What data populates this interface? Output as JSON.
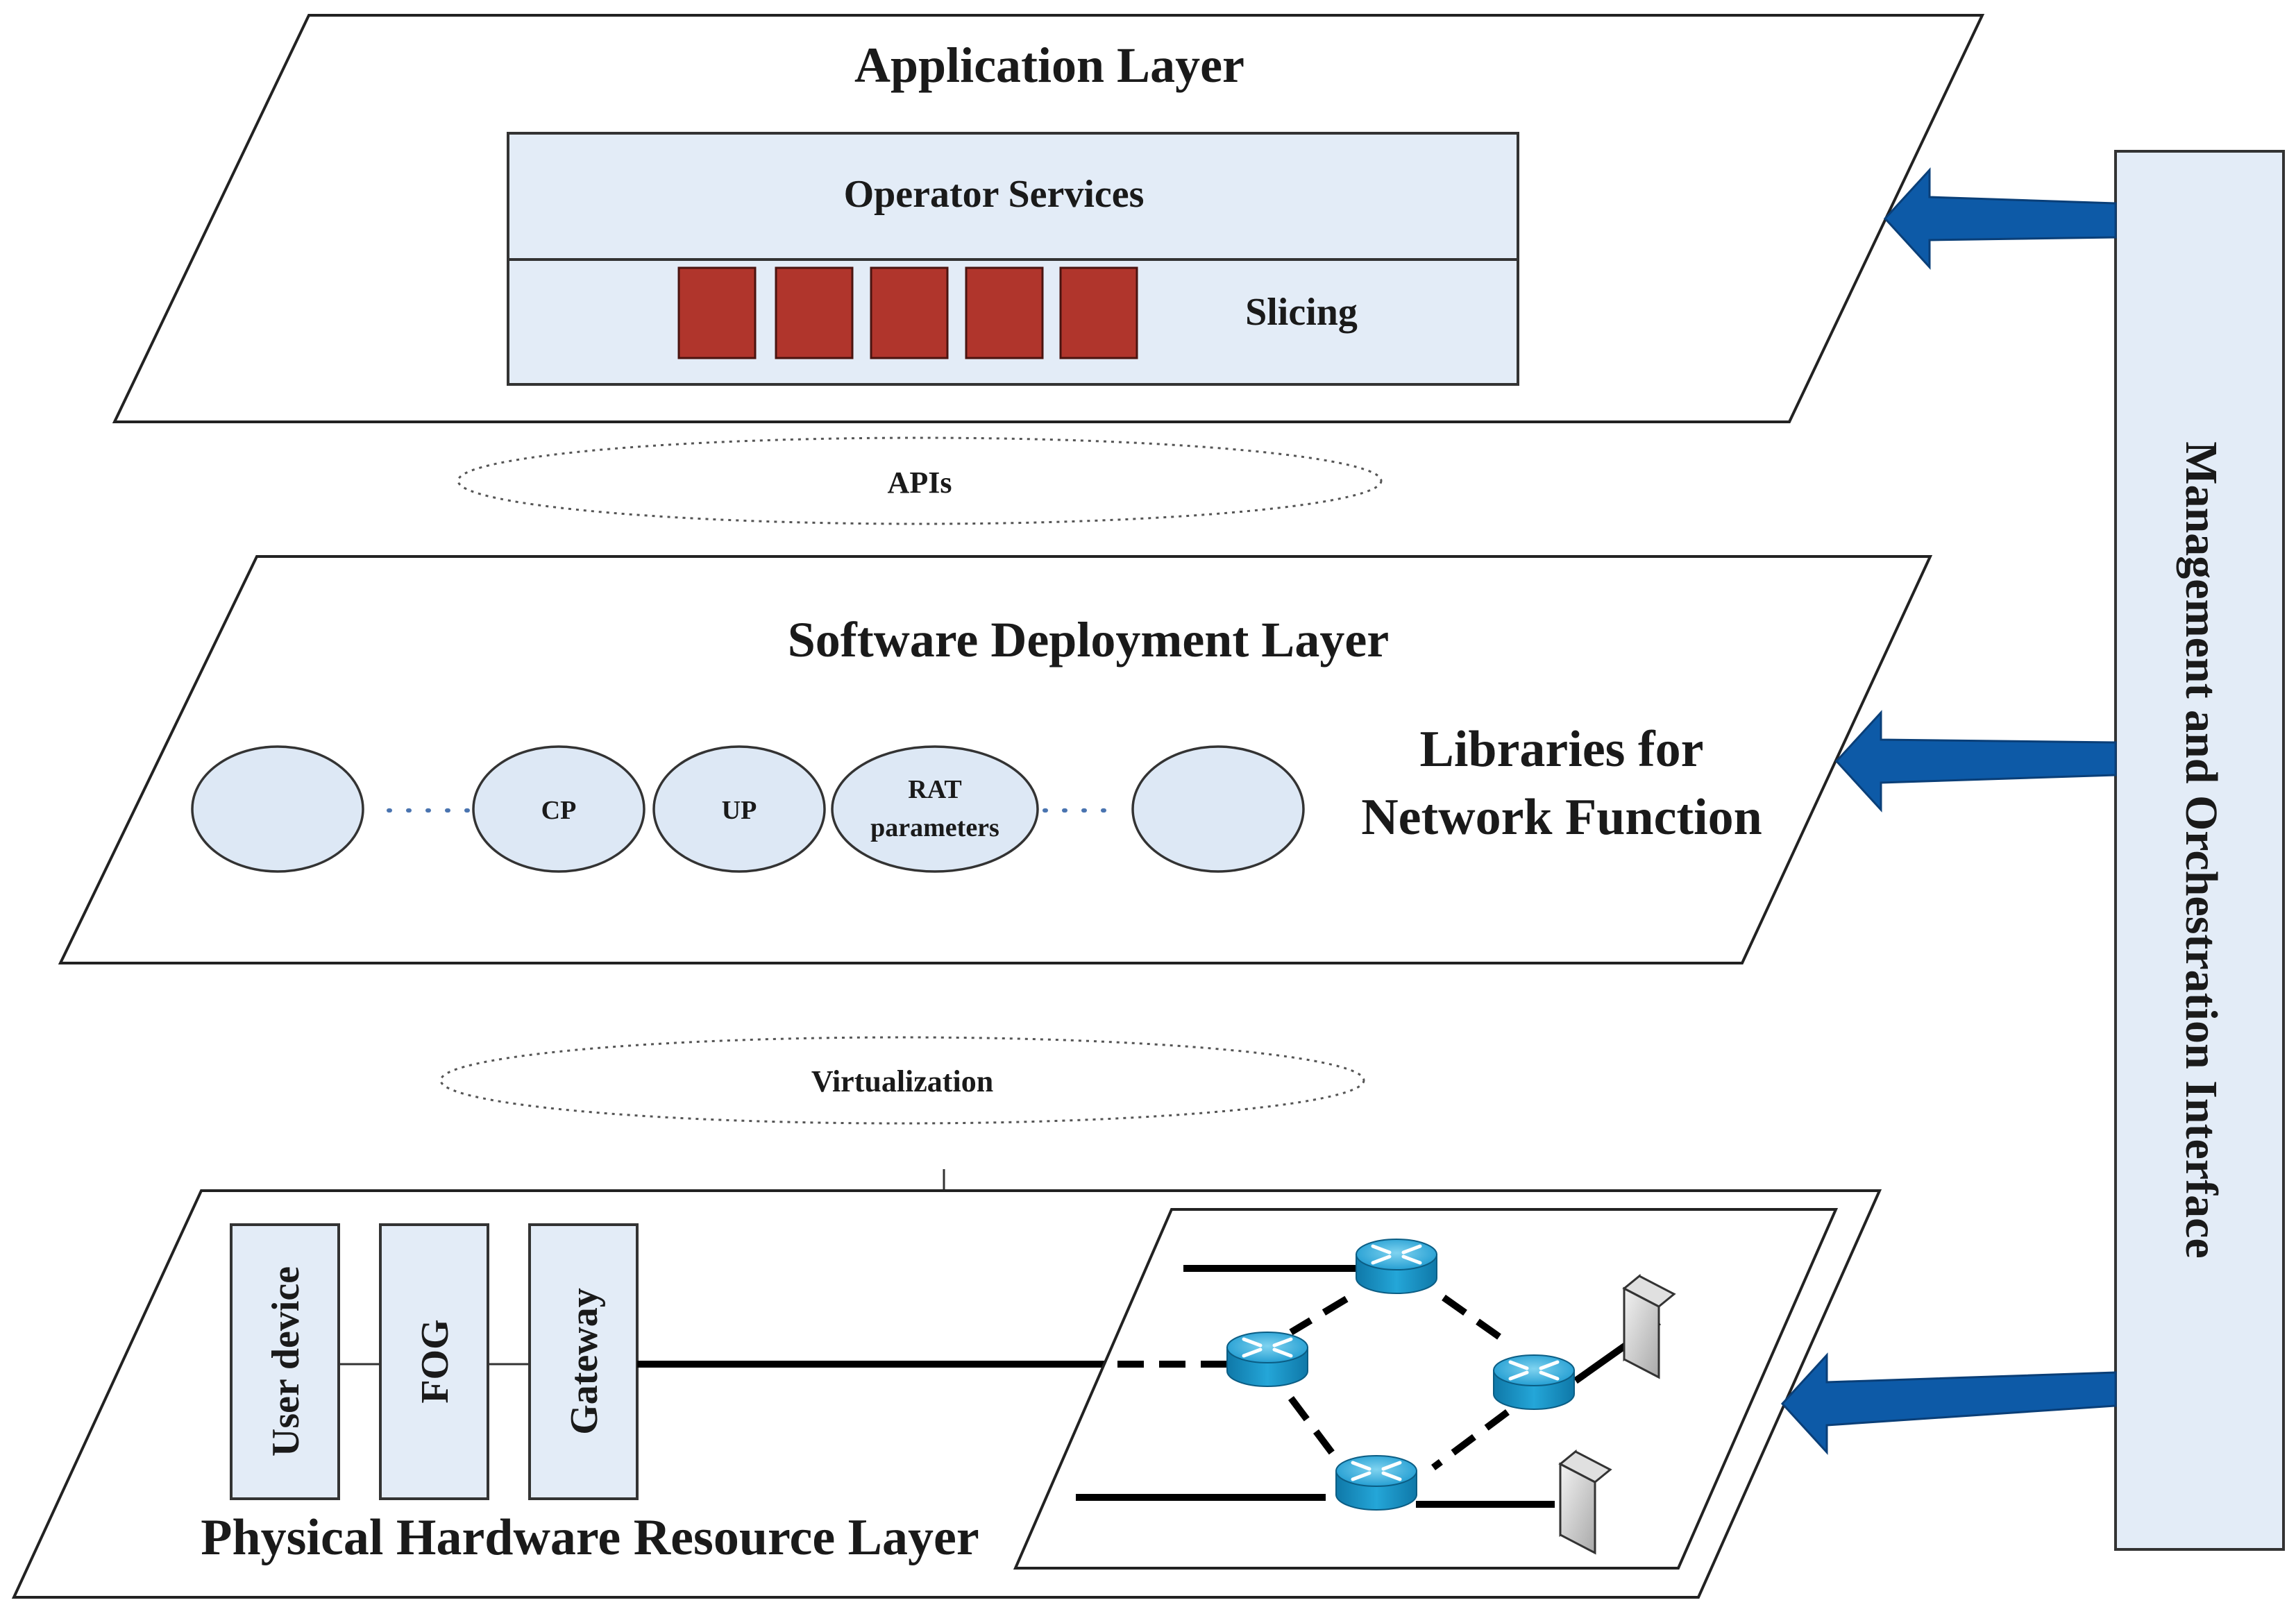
{
  "application_layer": {
    "title": "Application Layer",
    "operator_services": "Operator Services",
    "slicing": "Slicing",
    "slice_color": "#b0352c"
  },
  "apis": {
    "label": "APIs"
  },
  "software_layer": {
    "title": "Software Deployment Layer",
    "libraries_line1": "Libraries for",
    "libraries_line2": "Network Function",
    "functions": [
      "",
      "CP",
      "UP",
      "RAT",
      "parameters",
      ""
    ]
  },
  "virtualization": {
    "label": "Virtualization"
  },
  "physical_layer": {
    "title": "Physical Hardware Resource Layer",
    "devices": [
      "User device",
      "FOG",
      "Gateway"
    ],
    "router_icon": "router-icon",
    "server_icon": "server-icon"
  },
  "management": {
    "title": "Management and Orchestration Interface",
    "arrow_color": "#0d5aa7",
    "panel_color": "#e3ecf7"
  }
}
